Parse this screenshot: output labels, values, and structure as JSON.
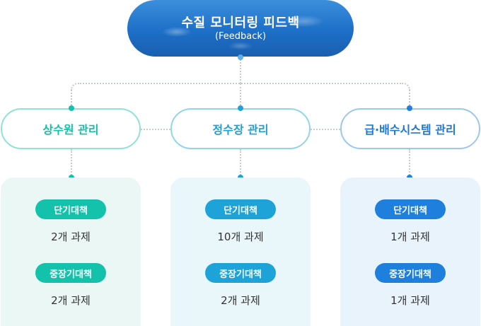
{
  "top": {
    "title": "수질 모니터링 피드백",
    "subtitle": "(Feedback)"
  },
  "categories": [
    {
      "label": "상수원 관리",
      "short_term_label": "단기대책",
      "short_term_count": "2개 과제",
      "mid_term_label": "중장기대책",
      "mid_term_count": "2개 과제",
      "accent": "#14c2ab"
    },
    {
      "label": "정수장 관리",
      "short_term_label": "단기대책",
      "short_term_count": "10개 과제",
      "mid_term_label": "중장기대책",
      "mid_term_count": "2개 과제",
      "accent": "#1ea3d8"
    },
    {
      "label": "급·배수시스템 관리",
      "short_term_label": "단기대책",
      "short_term_count": "1개 과제",
      "mid_term_label": "중장기대책",
      "mid_term_count": "1개 과제",
      "accent": "#1e7fdc"
    }
  ]
}
